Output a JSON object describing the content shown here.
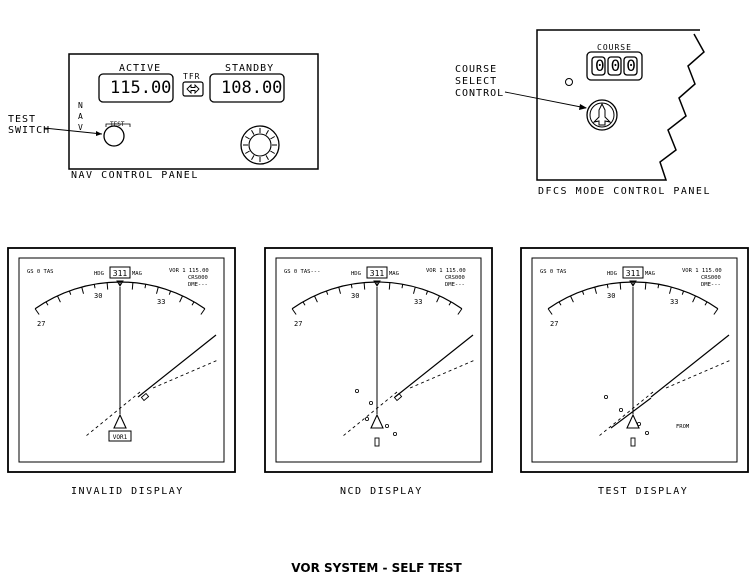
{
  "title": "VOR SYSTEM - SELF TEST",
  "nav_panel": {
    "caption": "NAV CONTROL PANEL",
    "active_label": "ACTIVE",
    "standby_label": "STANDBY",
    "tfr_label": "TFR",
    "active_freq": "115.00",
    "standby_freq": "108.00",
    "side_text": "NAV",
    "test_button_label": "TEST",
    "callout_test_switch": [
      "TEST",
      "SWITCH"
    ]
  },
  "dfcs_panel": {
    "caption": "DFCS MODE CONTROL PANEL",
    "course_label": "COURSE",
    "course_value": "000",
    "callout_course": [
      "COURSE",
      "SELECT",
      "CONTROL"
    ]
  },
  "displays": [
    {
      "id": "invalid",
      "caption": "INVALID DISPLAY",
      "gs_tas": "GS 0 TAS",
      "hdg_label": "HDG",
      "hdg_value": "311",
      "mag_label": "MAG",
      "vor_line": "VOR 1 115.00",
      "crs_line": "CRS000",
      "dme_line": "DME---",
      "scale_marks": [
        "27",
        "30",
        "33"
      ],
      "flag": "VOR1",
      "from_label": ""
    },
    {
      "id": "ncd",
      "caption": "NCD DISPLAY",
      "gs_tas": "GS 0 TAS---",
      "hdg_label": "HDG",
      "hdg_value": "311",
      "mag_label": "MAG",
      "vor_line": "VOR 1 115.00",
      "crs_line": "CRS000",
      "dme_line": "DME---",
      "scale_marks": [
        "27",
        "30",
        "33"
      ],
      "flag": "",
      "from_label": ""
    },
    {
      "id": "test",
      "caption": "TEST DISPLAY",
      "gs_tas": "GS 0 TAS",
      "hdg_label": "HDG",
      "hdg_value": "311",
      "mag_label": "MAG",
      "vor_line": "VOR 1 115.00",
      "crs_line": "CRS000",
      "dme_line": "DME---",
      "scale_marks": [
        "27",
        "30",
        "33"
      ],
      "flag": "",
      "from_label": "FROM"
    }
  ]
}
